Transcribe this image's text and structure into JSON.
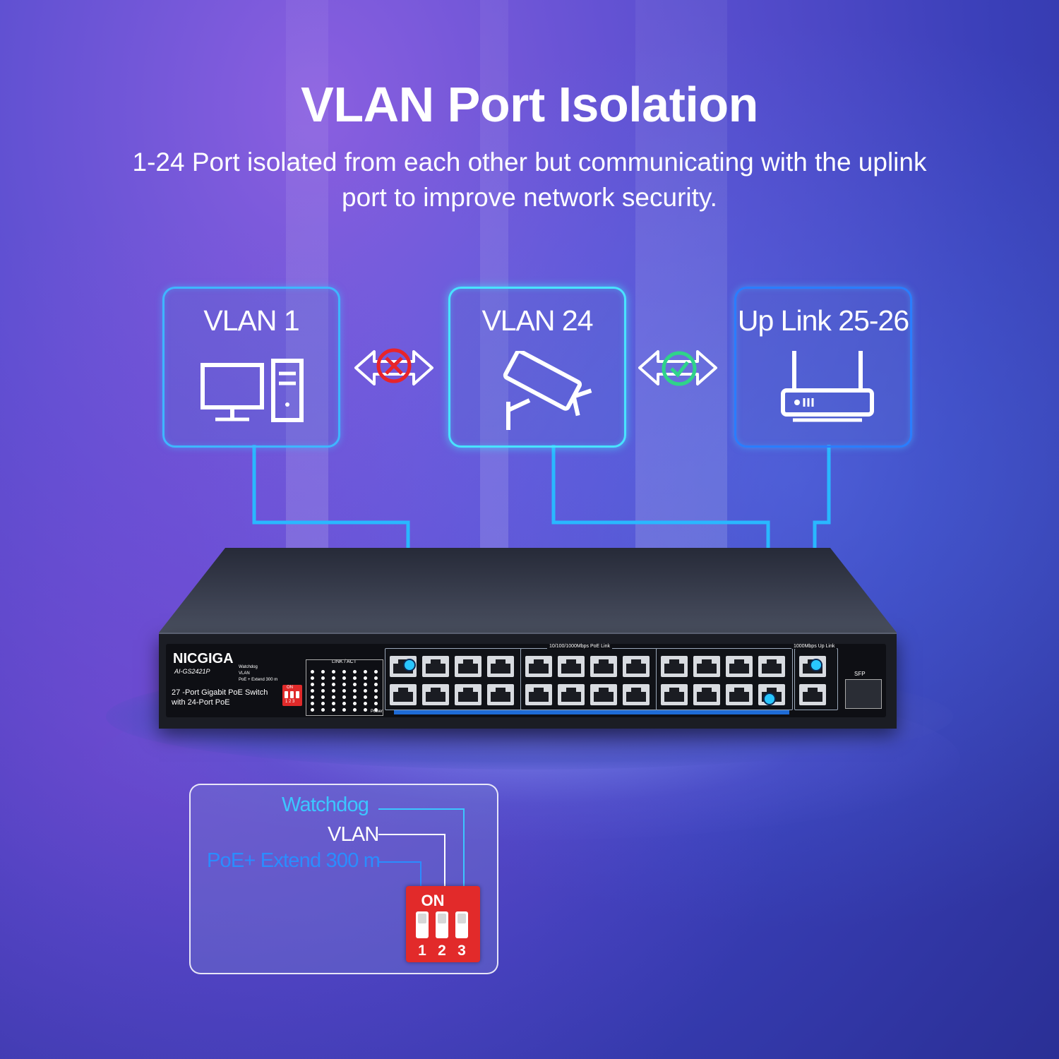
{
  "header": {
    "title": "VLAN Port Isolation",
    "subtitle": "1-24 Port isolated from each other but communicating with the uplink port to improve network security."
  },
  "boxes": {
    "vlan1": "VLAN 1",
    "vlan24": "VLAN 24",
    "uplink": "Up Link 25-26"
  },
  "switch": {
    "brand": "NICGIGA",
    "model": "AI-GS2421P",
    "description_line1": "27 -Port Gigabit PoE Switch",
    "description_line2": "with 24-Port PoE",
    "mini_watchdog": "Watchdog",
    "mini_vlan": "VLAN",
    "mini_poe": "PoE + Extend 300 m",
    "mini_on": "ON",
    "mini_nums": "1 2 3",
    "link_act": "LINK / ACT",
    "poe_link": "10/100/1000Mbps PoE Link",
    "uplink_label": "1000Mbps Up Link",
    "sfp": "SFP",
    "power": "Power"
  },
  "dip_card": {
    "watchdog": "Watchdog",
    "vlan": "VLAN",
    "poe_extend": "PoE+ Extend 300 m",
    "on": "ON",
    "n1": "1",
    "n2": "2",
    "n3": "3"
  },
  "colors": {
    "cyan": "#49e3ff",
    "blue": "#2a7dff",
    "deny": "#e8242a",
    "allow": "#2fd38a",
    "watchdog_text": "#3cc6ff",
    "poe_text": "#2a8dff"
  }
}
